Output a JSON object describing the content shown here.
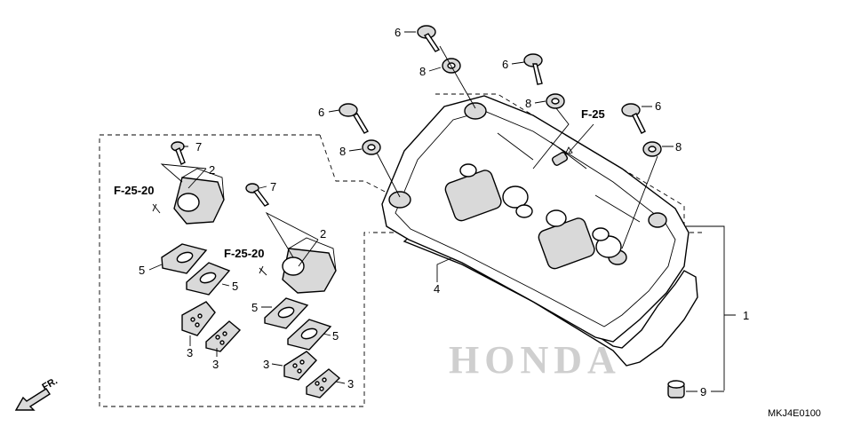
{
  "callouts": {
    "n1": "1",
    "n2a": "2",
    "n2b": "2",
    "n3a": "3",
    "n3b": "3",
    "n3c": "3",
    "n3d": "3",
    "n4": "4",
    "n5a": "5",
    "n5b": "5",
    "n5c": "5",
    "n5d": "5",
    "n6a": "6",
    "n6b": "6",
    "n6c": "6",
    "n6d": "6",
    "n7a": "7",
    "n7b": "7",
    "n8a": "8",
    "n8b": "8",
    "n8c": "8",
    "n8d": "8",
    "n9": "9"
  },
  "references": {
    "f25": "F-25",
    "f2520a": "F-25-20",
    "f2520b": "F-25-20"
  },
  "direction_label": "FR.",
  "watermark": "HONDA",
  "diagram_code": "MKJ4E0100",
  "colors": {
    "line": "#000000",
    "watermark": "#cfcfcf",
    "background": "#ffffff"
  }
}
